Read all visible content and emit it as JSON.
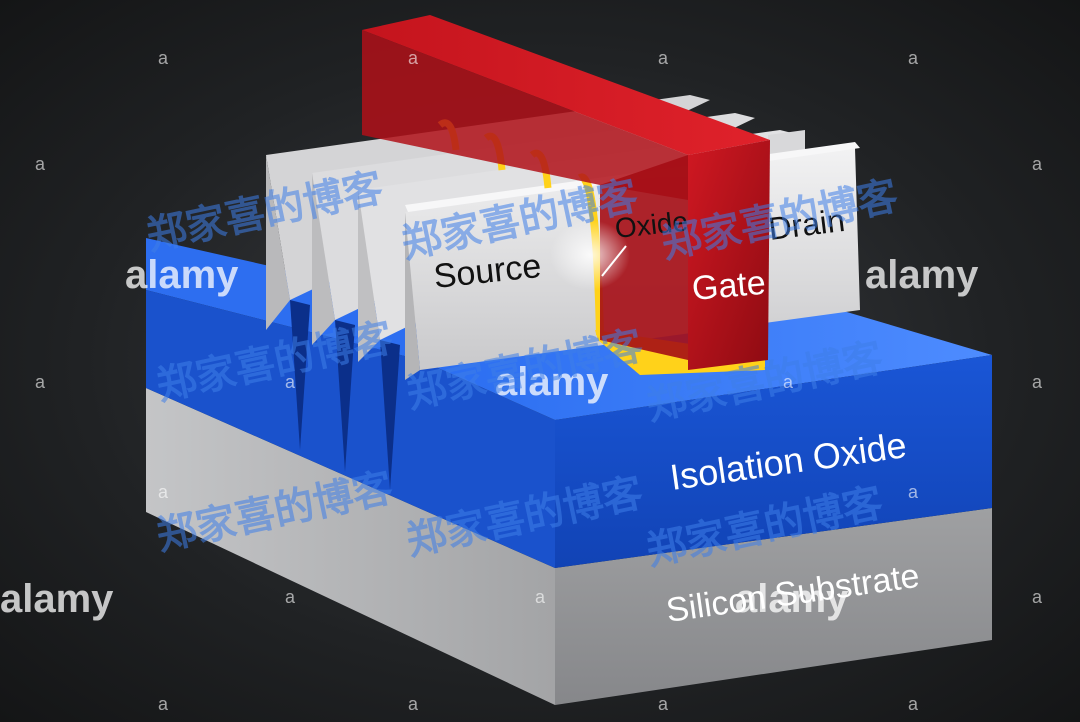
{
  "diagram": {
    "labels": {
      "source": "Source",
      "oxide": "Oxide",
      "gate": "Gate",
      "drain": "Drain",
      "isolation_oxide": "Isolation Oxide",
      "silicon_substrate": "Silicon Substrate"
    },
    "fin_count": 4
  },
  "watermarks": {
    "alamy": "alamy",
    "alamy_short": "a",
    "blog": "郑家喜的博客"
  },
  "colors": {
    "gate": "#b8101a",
    "isolation_oxide": "#1e5ee0",
    "silicon_substrate": "#a8a9ab",
    "fin": "#e4e4e6",
    "gate_oxide": "#ffd21a",
    "watermark_blue": "#3f7ee8"
  }
}
